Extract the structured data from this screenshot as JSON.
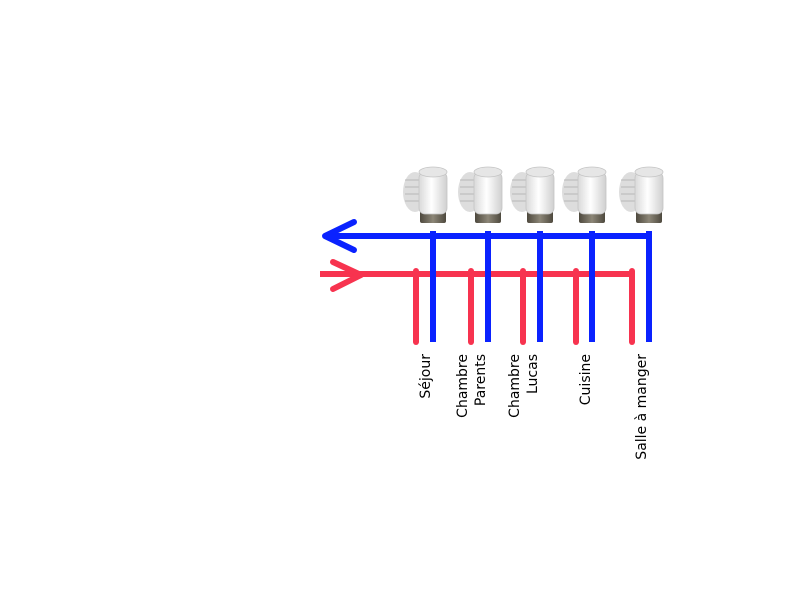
{
  "colors": {
    "return_pipe": "#0a22ff",
    "supply_pipe": "#f7334f",
    "actuator_body": "#f2f2f2",
    "actuator_shadow": "#cfcfcf",
    "actuator_base": "#6b6557"
  },
  "icons": {
    "actuator": "thermal-actuator-icon",
    "return_arrow": "arrow-left-icon",
    "supply_arrow": "arrow-right-icon"
  },
  "circuits": [
    {
      "id": "sejour",
      "lines": [
        "Séjour"
      ]
    },
    {
      "id": "chambre-parents",
      "lines": [
        "Chambre",
        "Parents"
      ]
    },
    {
      "id": "chambre-lucas",
      "lines": [
        "Chambre",
        "Lucas"
      ]
    },
    {
      "id": "cuisine",
      "lines": [
        "Cuisine"
      ]
    },
    {
      "id": "salle-a-manger",
      "lines": [
        "Salle à manger"
      ]
    }
  ]
}
